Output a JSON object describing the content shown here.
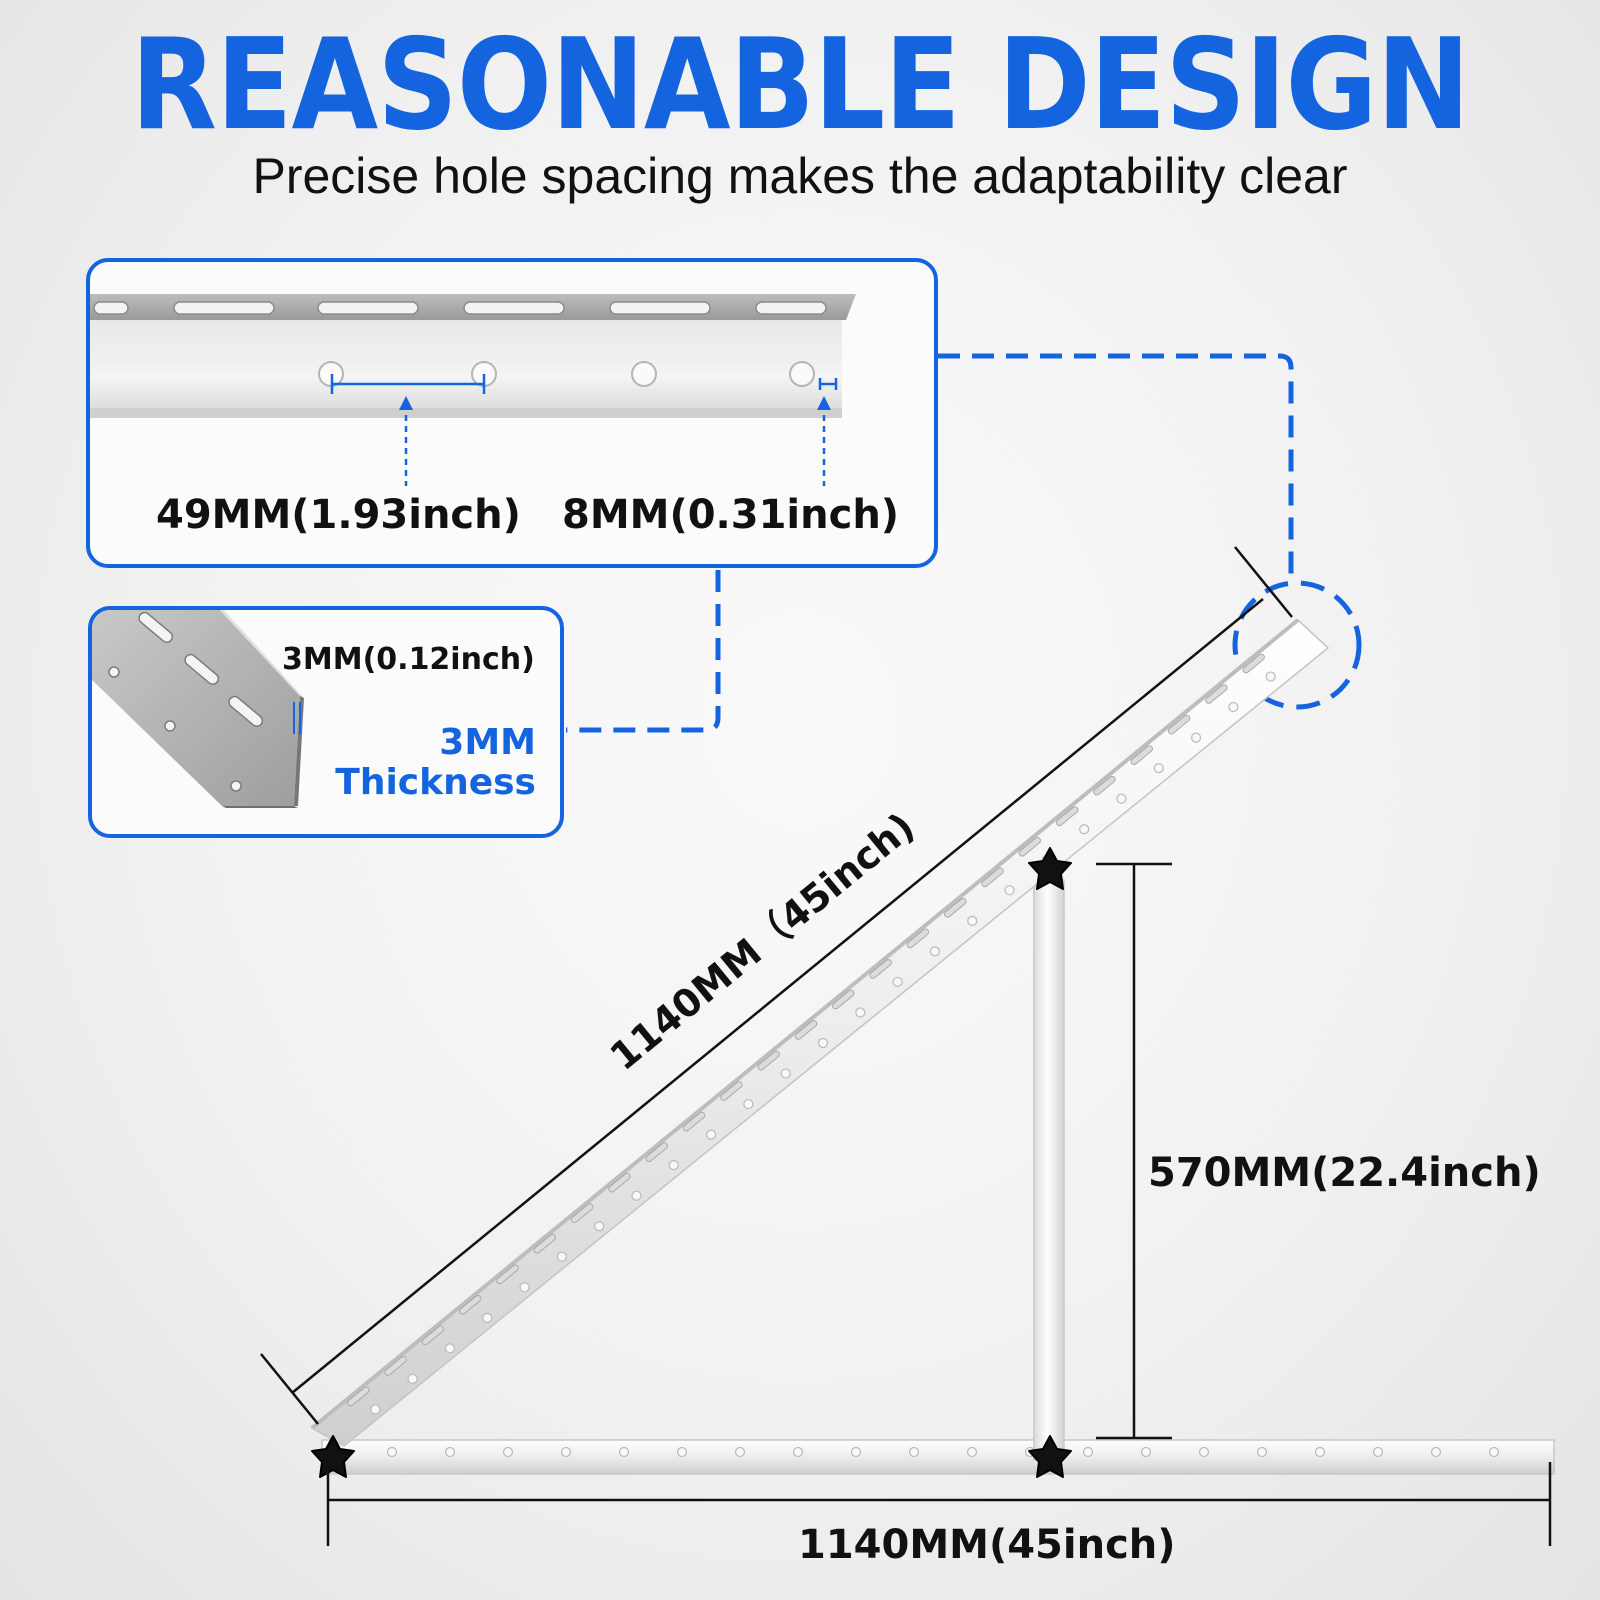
{
  "header": {
    "title": "REASONABLE DESIGN",
    "subtitle": "Precise hole spacing makes the adaptability clear"
  },
  "hole_detail": {
    "hole_spacing": "49MM(1.93inch)",
    "hole_size": "8MM(0.31inch)"
  },
  "thickness_detail": {
    "dimension": "3MM(0.12inch)",
    "caption_line1": "3MM",
    "caption_line2": "Thickness"
  },
  "frame": {
    "rail_length": "1140MM（45inch)",
    "support_height": "570MM(22.4inch)",
    "base_length": "1140MM(45inch)"
  },
  "colors": {
    "accent": "#1464e0",
    "text": "#111111",
    "steel": "#e9e9e9",
    "knob": "#111111"
  }
}
